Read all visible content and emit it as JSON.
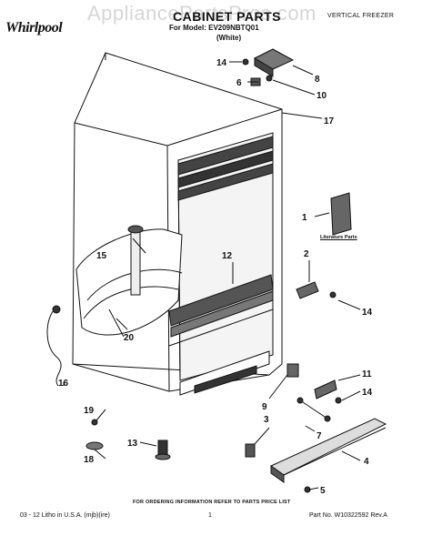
{
  "header": {
    "watermark": "AppliancePartsPros.com",
    "brand": "Whirlpool",
    "title": "CABINET PARTS",
    "subtitle": "VERTICAL FREEZER",
    "model_line": "For Model: EV209NBTQ01",
    "color_line": "(White)"
  },
  "literature_label": "Literature Parts",
  "footer": {
    "order_note": "FOR ORDERING INFORMATION REFER TO PARTS PRICE LIST",
    "left": "03 - 12  Litho in U.S.A.  (mjb)(ire)",
    "page_number": "1",
    "part_number": "Part No. W10322592 Rev.A"
  },
  "callouts": [
    "14",
    "8",
    "6",
    "10",
    "17",
    "1",
    "2",
    "15",
    "12",
    "14",
    "20",
    "16",
    "9",
    "11",
    "14",
    "19",
    "3",
    "7",
    "13",
    "18",
    "4",
    "5"
  ]
}
